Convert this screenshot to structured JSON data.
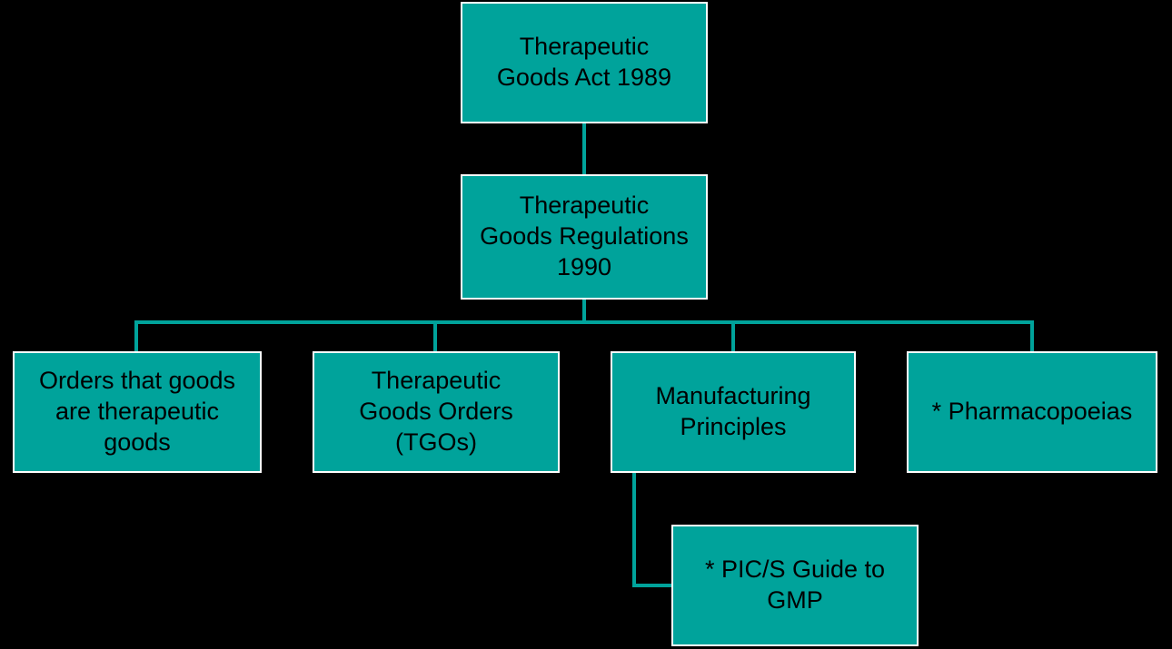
{
  "diagram": {
    "title": "Therapeutic goods legislation hierarchy flowchart",
    "colors": {
      "background": "#000000",
      "node_fill": "#00A39B",
      "node_border": "#FFFFFF",
      "connector": "#00A39B",
      "text": "#000000"
    },
    "nodes": [
      {
        "id": "therapeutic-goods-act",
        "label": "Therapeutic\nGoods Act 1989",
        "level": 1
      },
      {
        "id": "therapeutic-goods-regulations",
        "label": "Therapeutic\nGoods Regulations\n1990",
        "level": 2
      },
      {
        "id": "orders-goods-therapeutic",
        "label": "Orders that goods\nare therapeutic\ngoods",
        "level": 3
      },
      {
        "id": "therapeutic-goods-orders",
        "label": "Therapeutic\nGoods Orders\n(TGOs)",
        "level": 3
      },
      {
        "id": "manufacturing-principles",
        "label": "Manufacturing\nPrinciples",
        "level": 3
      },
      {
        "id": "pharmacopoeias",
        "label": "* Pharmacopoeias",
        "level": 3
      },
      {
        "id": "pics-guide-gmp",
        "label": "* PIC/S Guide to\nGMP",
        "level": 4
      }
    ],
    "edges": [
      {
        "from": "therapeutic-goods-act",
        "to": "therapeutic-goods-regulations"
      },
      {
        "from": "therapeutic-goods-regulations",
        "to": "orders-goods-therapeutic"
      },
      {
        "from": "therapeutic-goods-regulations",
        "to": "therapeutic-goods-orders"
      },
      {
        "from": "therapeutic-goods-regulations",
        "to": "manufacturing-principles"
      },
      {
        "from": "therapeutic-goods-regulations",
        "to": "pharmacopoeias"
      },
      {
        "from": "manufacturing-principles",
        "to": "pics-guide-gmp"
      }
    ]
  }
}
